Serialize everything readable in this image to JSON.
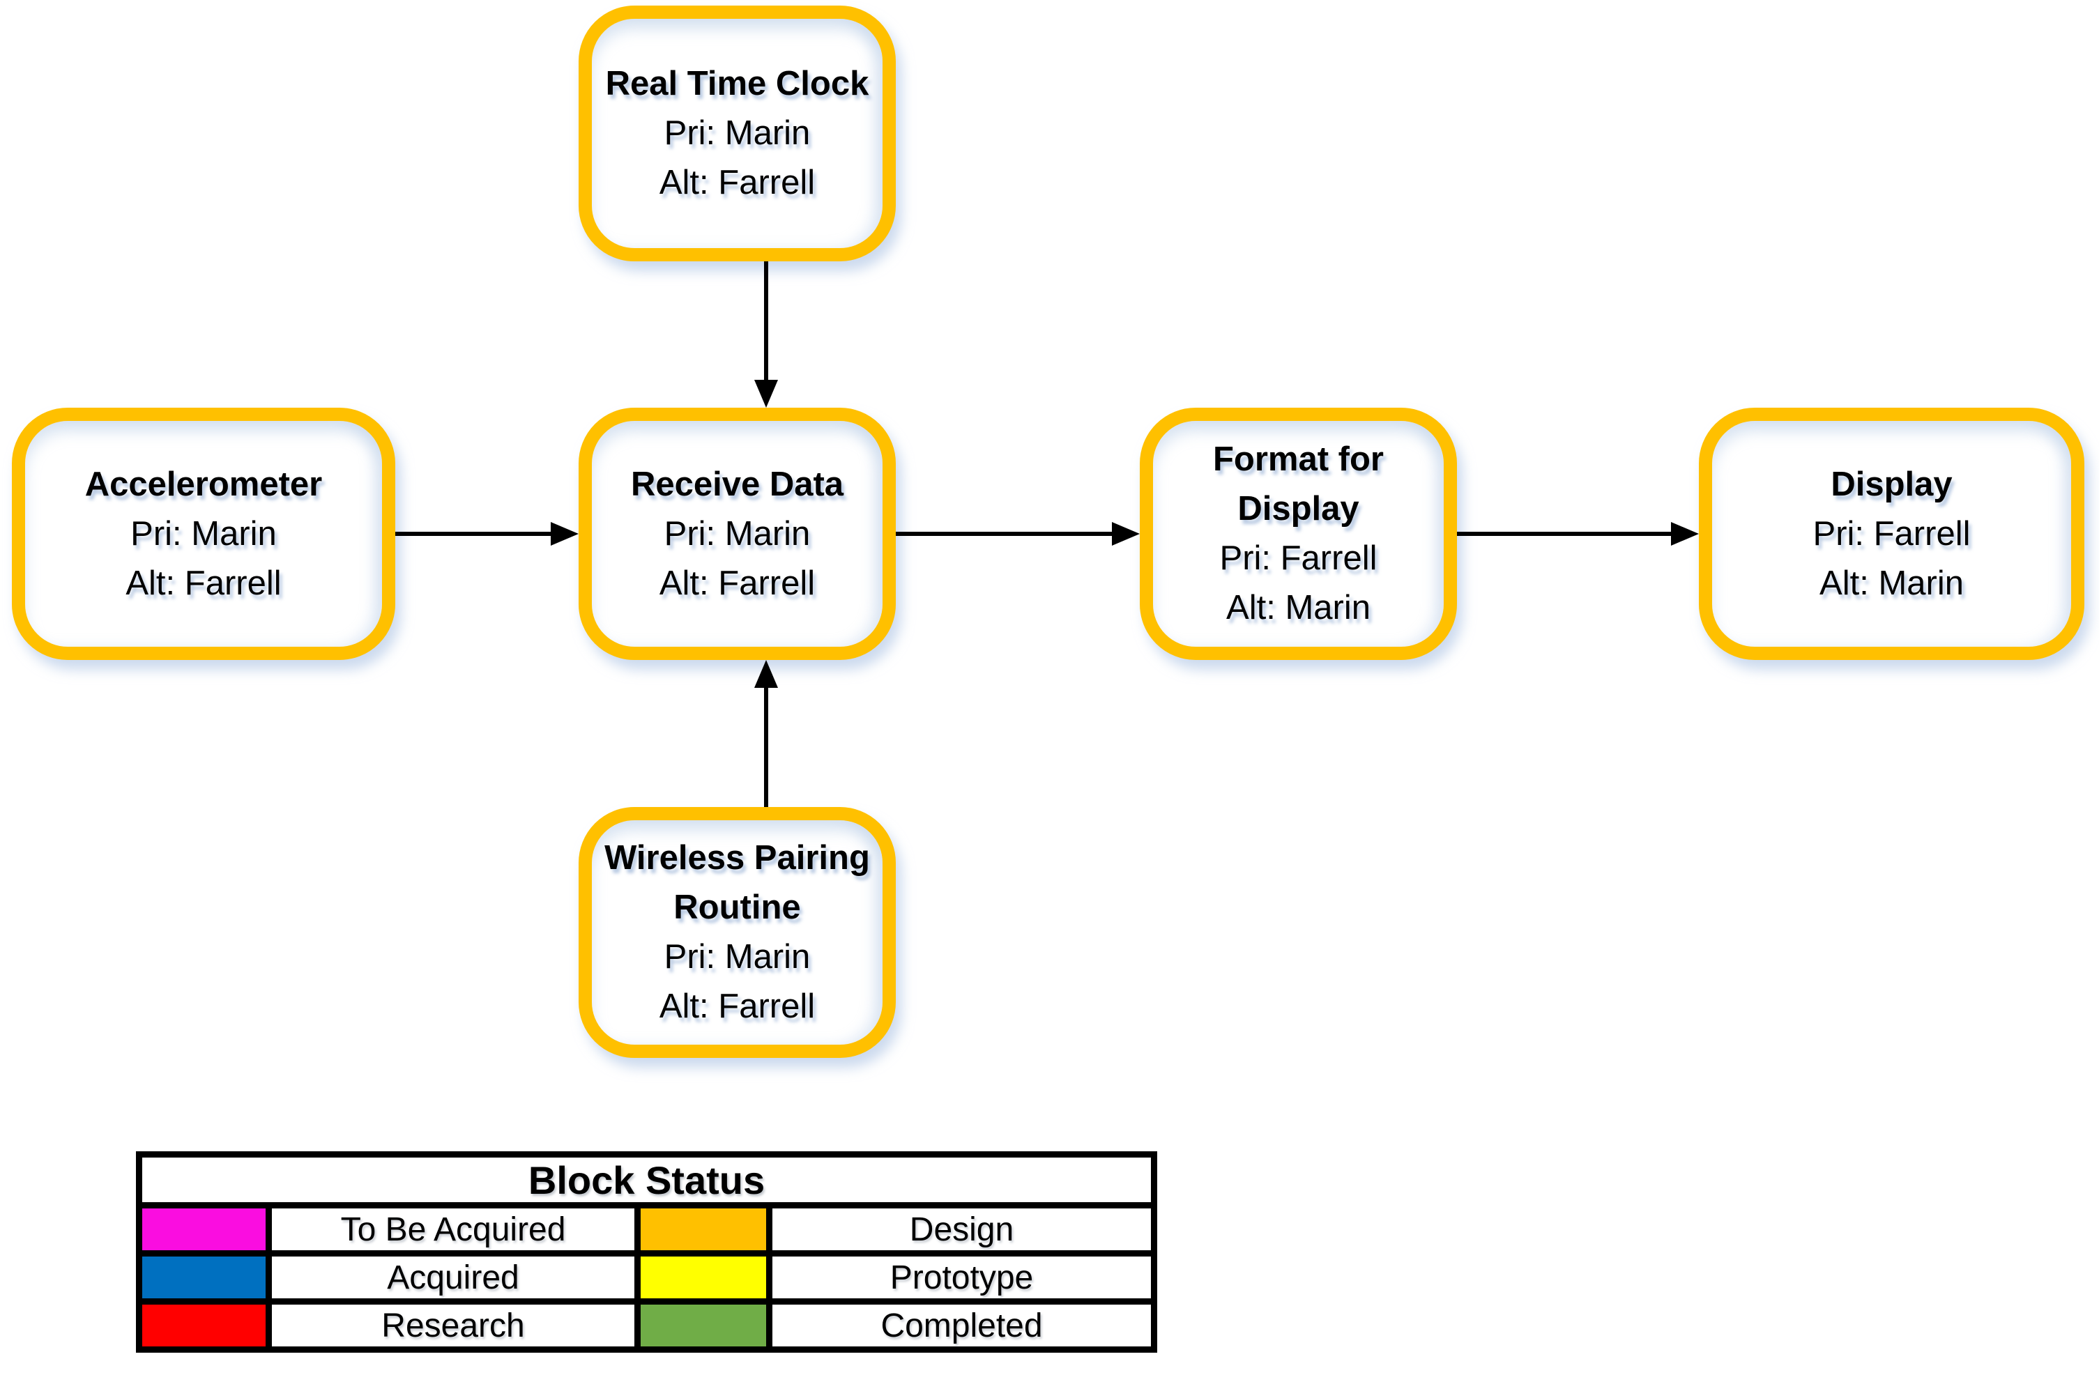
{
  "diagram": {
    "block_border_color": "#FFC000",
    "arrow_color": "#000000",
    "blocks": [
      {
        "id": "real-time-clock",
        "title": "Real Time Clock",
        "pri": "Pri: Marin",
        "alt": "Alt: Farrell"
      },
      {
        "id": "accelerometer",
        "title": "Accelerometer",
        "pri": "Pri: Marin",
        "alt": "Alt: Farrell"
      },
      {
        "id": "receive-data",
        "title": "Receive Data",
        "pri": "Pri: Marin",
        "alt": "Alt: Farrell"
      },
      {
        "id": "format-for-display",
        "title": "Format for\nDisplay",
        "pri": "Pri: Farrell",
        "alt": "Alt: Marin"
      },
      {
        "id": "display",
        "title": "Display",
        "pri": "Pri: Farrell",
        "alt": "Alt: Marin"
      },
      {
        "id": "wireless-pairing-routine",
        "title": "Wireless Pairing\nRoutine",
        "pri": "Pri: Marin",
        "alt": "Alt: Farrell"
      }
    ],
    "arrows": [
      {
        "from": "Real Time Clock",
        "to": "Receive Data"
      },
      {
        "from": "Accelerometer",
        "to": "Receive Data"
      },
      {
        "from": "Receive Data",
        "to": "Format for Display"
      },
      {
        "from": "Format for Display",
        "to": "Display"
      },
      {
        "from": "Wireless Pairing Routine",
        "to": "Receive Data"
      }
    ]
  },
  "legend": {
    "title": "Block Status",
    "rows": [
      {
        "left_color": "#FA0DE0",
        "left_label": "To Be Acquired",
        "right_color": "#FFC000",
        "right_label": "Design"
      },
      {
        "left_color": "#0070C0",
        "left_label": "Acquired",
        "right_color": "#FFFF00",
        "right_label": "Prototype"
      },
      {
        "left_color": "#FF0000",
        "left_label": "Research",
        "right_color": "#70AD47",
        "right_label": "Completed"
      }
    ]
  }
}
